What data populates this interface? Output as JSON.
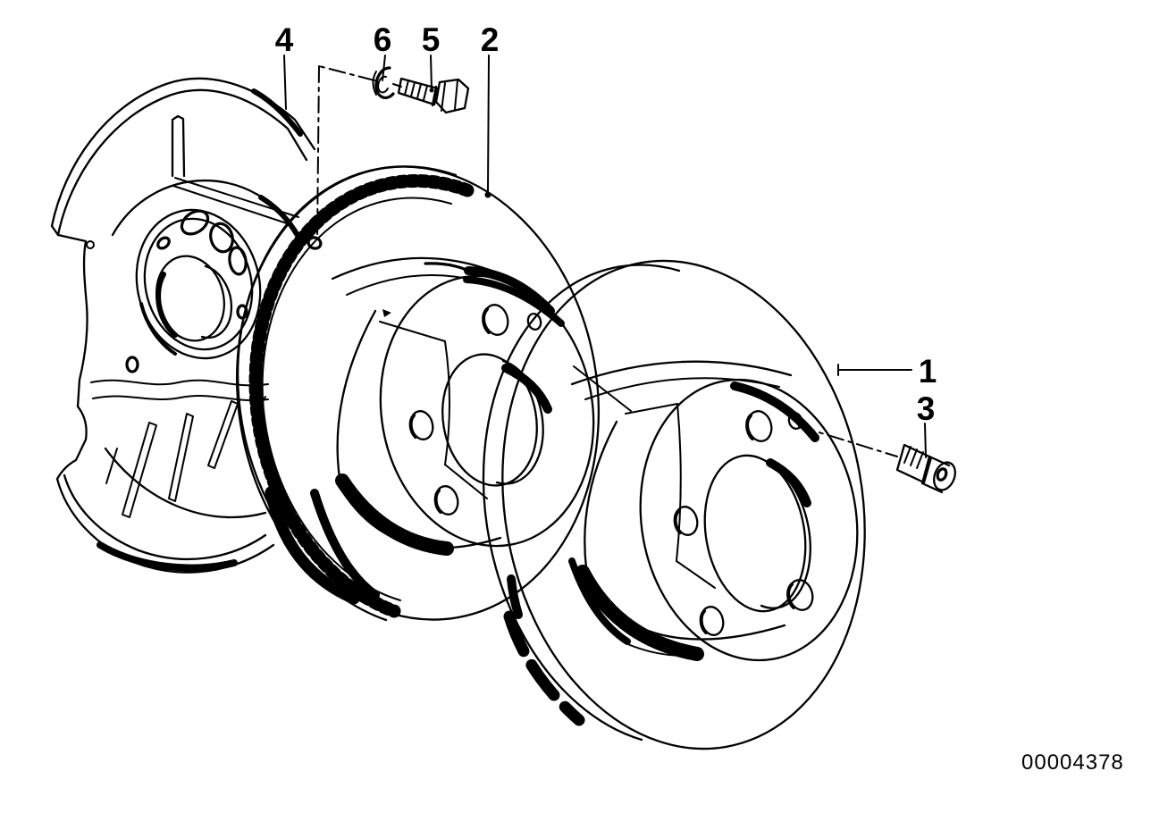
{
  "colors": {
    "ink": "#000000",
    "paper": "#ffffff"
  },
  "callouts": {
    "c1": {
      "label": "1"
    },
    "c2": {
      "label": "2"
    },
    "c3": {
      "label": "3"
    },
    "c4": {
      "label": "4"
    },
    "c5": {
      "label": "5"
    },
    "c6": {
      "label": "6"
    }
  },
  "footer": {
    "doc_number": "00004378"
  }
}
